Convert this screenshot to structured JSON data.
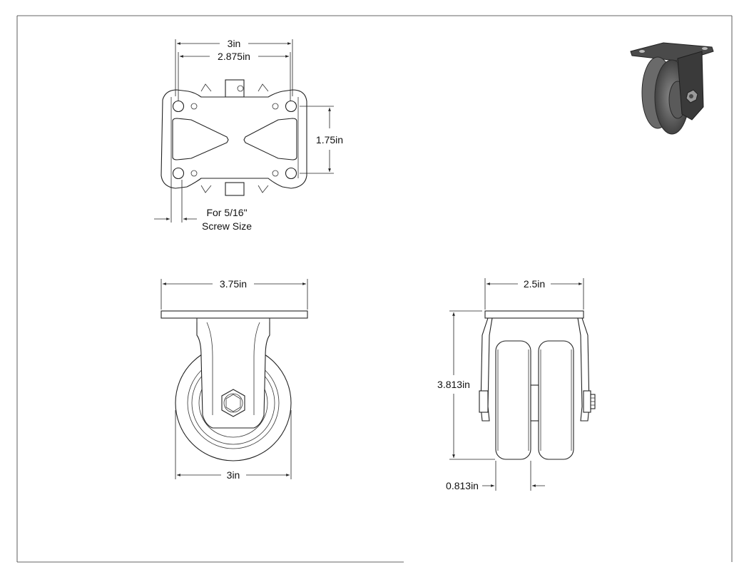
{
  "top_view": {
    "dim_width_outer": "3in",
    "dim_width_holes": "2.875in",
    "dim_height_holes": "1.75in",
    "note_line1": "For 5/16\"",
    "note_line2": "Screw Size"
  },
  "front_view": {
    "dim_plate_width": "3.75in",
    "dim_wheel_diameter": "3in"
  },
  "side_view": {
    "dim_width": "2.5in",
    "dim_height": "3.813in",
    "dim_wheel_width": "0.813in"
  },
  "colors": {
    "line": "#222222",
    "render_dark": "#3a3a3a",
    "render_mid": "#6b6b6b",
    "render_light": "#9a9a9a"
  },
  "preview_icon": "caster-render-icon"
}
